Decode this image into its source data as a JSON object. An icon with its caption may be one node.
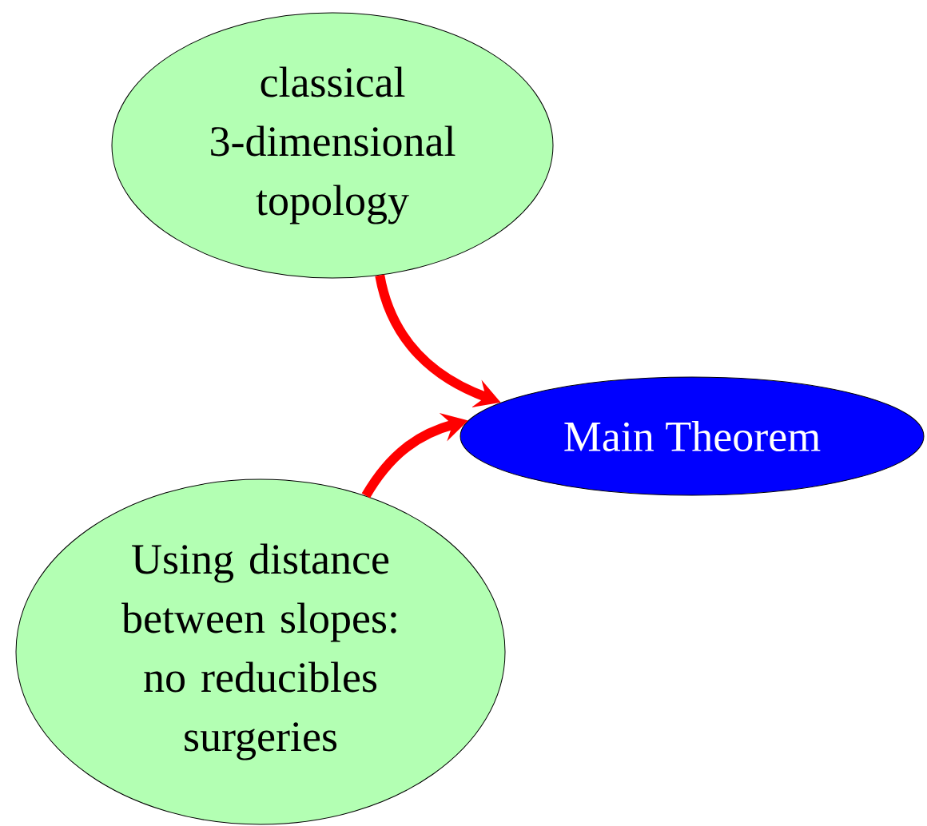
{
  "diagram": {
    "nodes": [
      {
        "text": [
          "classical 3-dimensional topology"
        ]
      },
      {
        "text": [
          "Main Theorem"
        ]
      },
      {
        "text": [
          "Using distance between slopes: no reducibles surgeries"
        ]
      }
    ],
    "edges": [
      {
        "from": 0,
        "to": 1,
        "arrow": "to",
        "color": "#ff0000"
      },
      {
        "from": 2,
        "to": 1,
        "arrow": "to",
        "color": "#ff0000"
      }
    ]
  }
}
